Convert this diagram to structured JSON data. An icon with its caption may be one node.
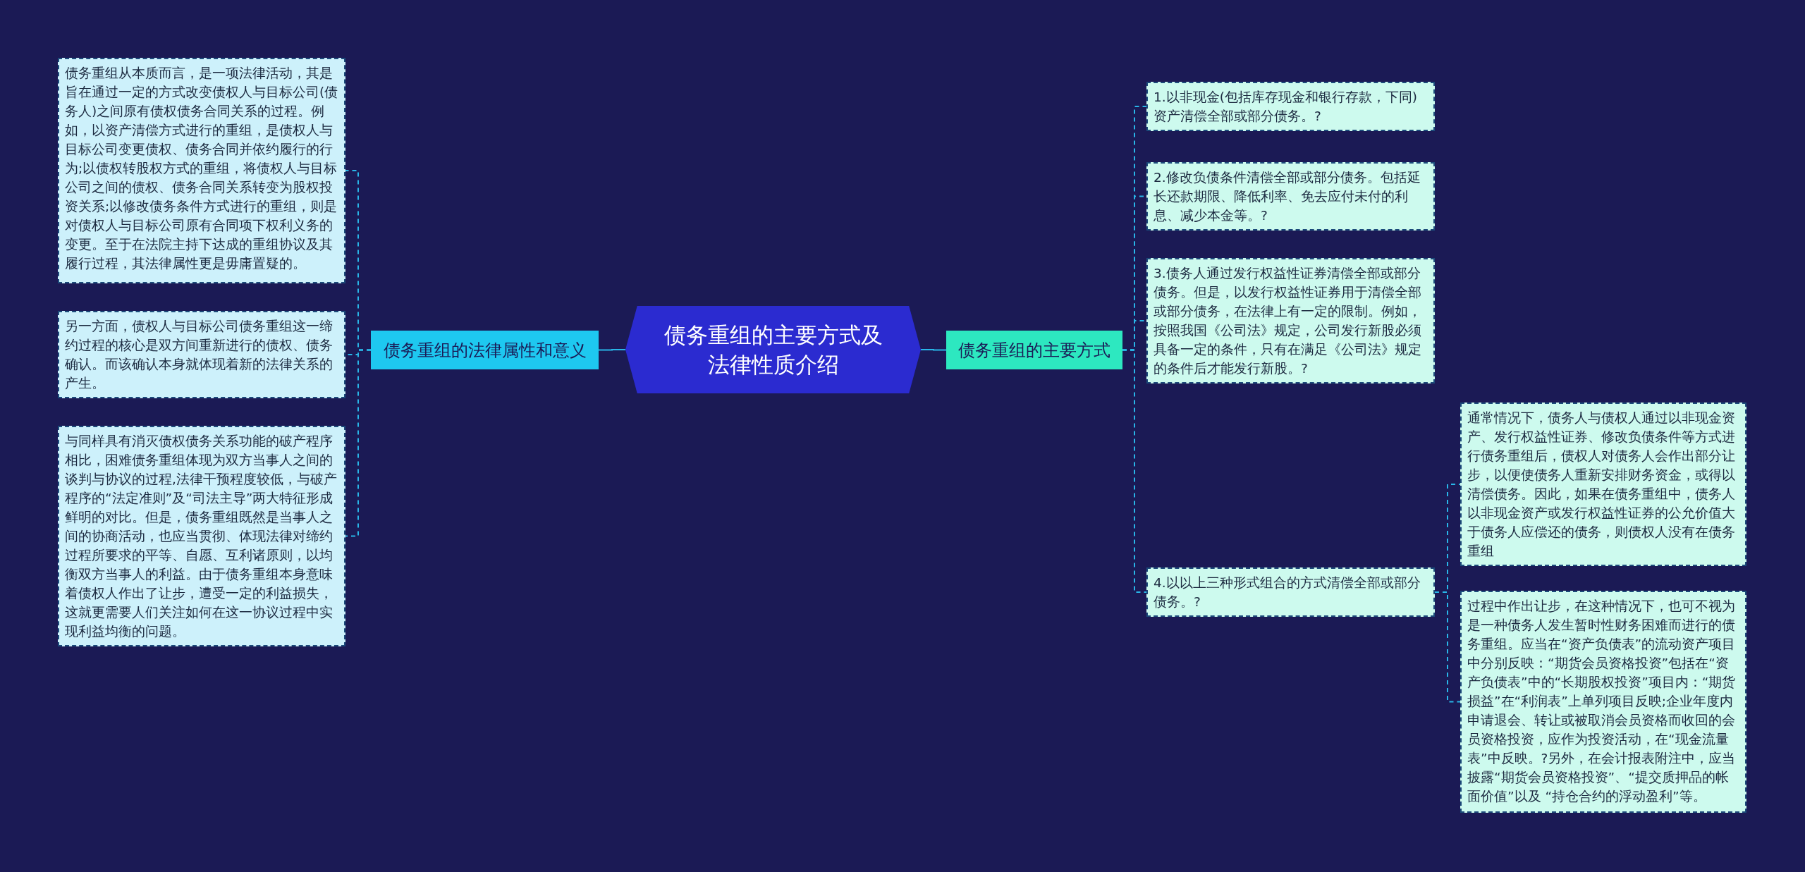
{
  "diagram": {
    "nodes": [
      {
        "text": [
          "债务重组的主要方式及法律性质介绍"
        ]
      },
      {
        "text": [
          "债务重组的法律属性和意义"
        ]
      },
      {
        "text": [
          "债务重组从本质而言，是一项法律活动，其是旨在通过一定的方式改变债权人与目标公司(债务人)之间原有债权债务合同关系的过程。例如，以资产清偿方式进行的重组，是债权人与目标公司变更债权、债务合同并依约履行的行为;以债权转股权方式的重组，将债权人与目标公司之间的债权、债务合同关系转变为股权投资关系;以修改债务条件方式进行的重组，则是对债权人与目标公司原有合同项下权利义务的变更。至于在法院主持下达成的重组协议及其履行过程，其法律属性更是毋庸置疑的。"
        ]
      },
      {
        "text": [
          "另一方面，债权人与目标公司债务重组这一缔约过程的核心是双方间重新进行的债权、债务确认。而该确认本身就体现着新的法律关系的产生。"
        ]
      },
      {
        "text": [
          "与同样具有消灭债权债务关系功能的破产程序相比，困难债务重组体现为双方当事人之间的谈判与协议的过程,法律干预程度较低，与破产程序的“法定准则”及“司法主导”两大特征形成鲜明的对比。但是，债务重组既然是当事人之间的协商活动，也应当贯彻、体现法律对缔约过程所要求的平等、自愿、互利诸原则，以均衡双方当事人的利益。由于债务重组本身意味着债权人作出了让步，遭受一定的利益损失，这就更需要人们关注如何在这一协议过程中实现利益均衡的问题。"
        ]
      },
      {
        "text": [
          "债务重组的主要方式"
        ]
      },
      {
        "text": [
          "1.以非现金(包括库存现金和银行存款，下同)资产清偿全部或部分债务。?"
        ]
      },
      {
        "text": [
          "2.修改负债条件清偿全部或部分债务。包括延长还款期限、降低利率、免去应付未付的利息、减少本金等。?"
        ]
      },
      {
        "text": [
          "3.债务人通过发行权益性证券清偿全部或部分债务。但是，以发行权益性证券用于清偿全部或部分债务，在法律上有一定的限制。例如，按照我国《公司法》规定，公司发行新股必须具备一定的条件，只有在满足《公司法》规定的条件后才能发行新股。?"
        ]
      },
      {
        "text": [
          "4.以以上三种形式组合的方式清偿全部或部分债务。?"
        ]
      },
      {
        "text": [
          "通常情况下，债务人与债权人通过以非现金资产、发行权益性证券、修改负债条件等方式进行债务重组后，债权人对债务人会作出部分让步，以便使债务人重新安排财务资金，或得以清偿债务。因此，如果在债务重组中，债务人以非现金资产或发行权益性证券的公允价值大于债务人应偿还的债务，则债权人没有在债务重组"
        ]
      },
      {
        "text": [
          "过程中作出让步，在这种情况下，也可不视为是一种债务人发生暂时性财务困难而进行的债务重组。应当在“资产负债表”的流动资产项目中分别反映：“期货会员资格投资”包括在“资产负债表”中的“长期股权投资”项目内：“期货损益”在“利润表”上单列项目反映;企业年度内申请退会、转让或被取消会员资格而收回的会员资格投资，应作为投资活动，在“现金流量表”中反映。?另外，在会计报表附注中，应当披露“期货会员资格投资”、“提交质押品的帐面价值”以及 “持仓合约的浮动盈利”等。"
        ]
      }
    ],
    "edges": [
      {
        "from": 0,
        "to": 1,
        "arrow": "none"
      },
      {
        "from": 1,
        "to": 2,
        "arrow": "none",
        "style": "dashed"
      },
      {
        "from": 1,
        "to": 3,
        "arrow": "none",
        "style": "dashed"
      },
      {
        "from": 1,
        "to": 4,
        "arrow": "none",
        "style": "dashed"
      },
      {
        "from": 0,
        "to": 5,
        "arrow": "none"
      },
      {
        "from": 5,
        "to": 6,
        "arrow": "none",
        "style": "dashed"
      },
      {
        "from": 5,
        "to": 7,
        "arrow": "none",
        "style": "dashed"
      },
      {
        "from": 5,
        "to": 8,
        "arrow": "none",
        "style": "dashed"
      },
      {
        "from": 5,
        "to": 9,
        "arrow": "none",
        "style": "dashed"
      },
      {
        "from": 9,
        "to": 10,
        "arrow": "none",
        "style": "dashed"
      },
      {
        "from": 9,
        "to": 11,
        "arrow": "none",
        "style": "dashed"
      }
    ]
  }
}
